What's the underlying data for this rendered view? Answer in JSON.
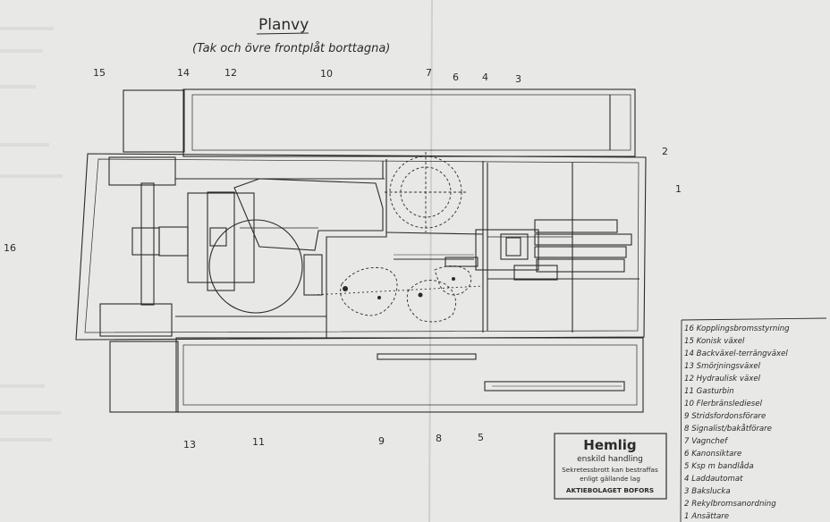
{
  "title": "Planvy",
  "subtitle": "(Tak och övre frontplåt borttagna)",
  "callouts_top": [
    "15",
    "14",
    "12",
    "10",
    "7",
    "6",
    "4",
    "3"
  ],
  "callouts_right": [
    "2",
    "1"
  ],
  "callouts_left": [
    "16"
  ],
  "callouts_bottom": [
    "13",
    "11",
    "9",
    "8",
    "5"
  ],
  "legend": [
    "16 Kopplingsbromsstyrning",
    "15 Konisk växel",
    "14 Backväxel-terrängväxel",
    "13 Smörjningsväxel",
    "12 Hydraulisk växel",
    "11 Gasturbin",
    "10 Flerbränslediesel",
    "9 Stridsfordonsförare",
    "8 Signalist/bakåtförare",
    "7 Vagnchef",
    "6 Kanonsiktare",
    "5 Ksp m bandlåda",
    "4 Laddautomat",
    "3 Bakslucka",
    "2 Rekylbromsanordning",
    "1 Ansättare"
  ],
  "stamp": {
    "heading": "Hemlig",
    "line1": "enskild handling",
    "line2": "Sekretessbrott kan bestraffas",
    "line3": "enligt gällande lag",
    "line4": "AKTIEBOLAGET BOFORS"
  },
  "colors": {
    "paper": "#e8e8e6",
    "ink": "#2a2a2a",
    "fold": "#cfcfcd"
  }
}
